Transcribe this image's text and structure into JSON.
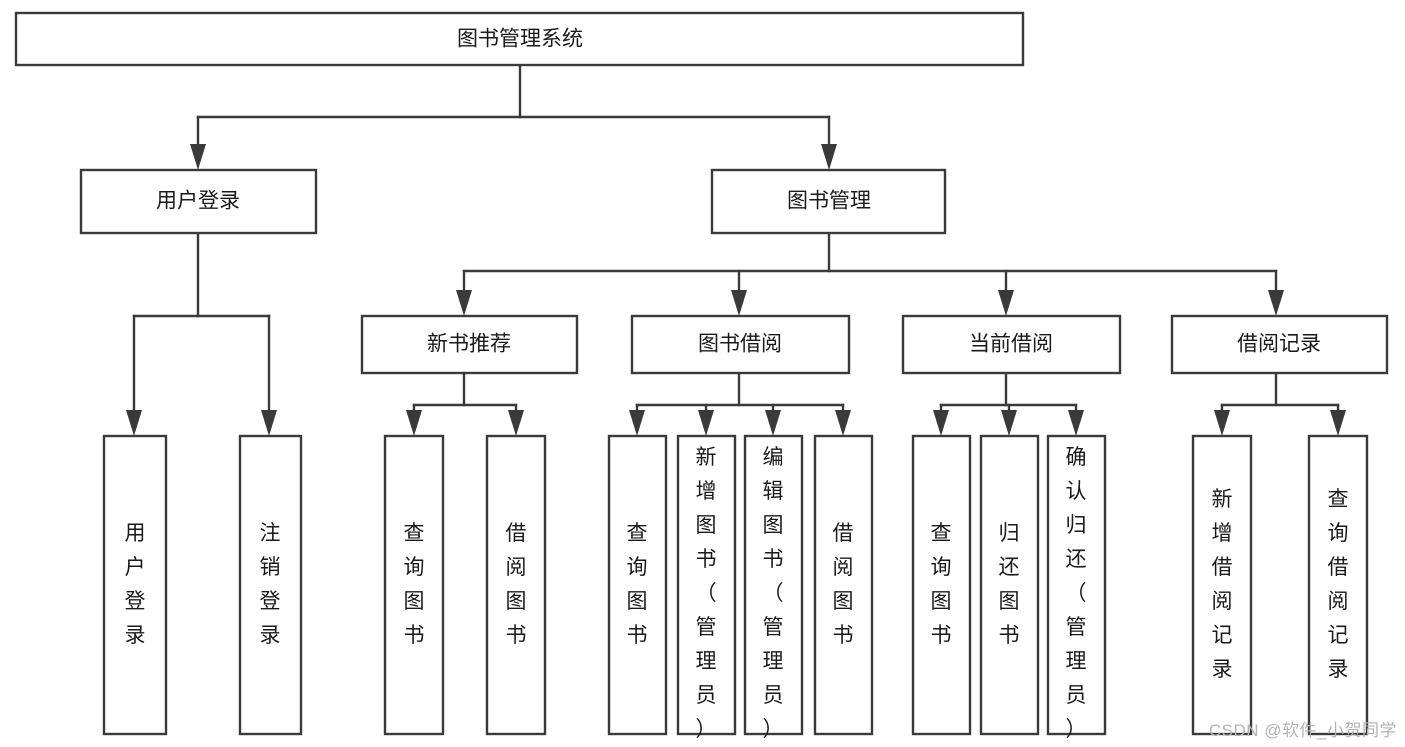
{
  "diagram": {
    "type": "tree-hierarchy",
    "title": "图书管理系统",
    "orientation": "top-down",
    "levels": 4,
    "colors": {
      "box_stroke": "#3a3a3a",
      "box_fill": "#ffffff",
      "connector": "#3a3a3a",
      "text": "#1a1a1a",
      "watermark": "#b4b4b4",
      "background": "#ffffff"
    },
    "root": {
      "id": "root",
      "label": "图书管理系统",
      "orientation": "horizontal"
    },
    "level2": [
      {
        "id": "user-login",
        "label": "用户登录",
        "orientation": "horizontal"
      },
      {
        "id": "book-manage",
        "label": "图书管理",
        "orientation": "horizontal"
      }
    ],
    "level3": [
      {
        "id": "new-book-recommend",
        "label": "新书推荐",
        "parent": "book-manage",
        "orientation": "horizontal"
      },
      {
        "id": "book-borrow",
        "label": "图书借阅",
        "parent": "book-manage",
        "orientation": "horizontal"
      },
      {
        "id": "current-borrow",
        "label": "当前借阅",
        "parent": "book-manage",
        "orientation": "horizontal"
      },
      {
        "id": "borrow-record",
        "label": "借阅记录",
        "parent": "book-manage",
        "orientation": "horizontal"
      }
    ],
    "leaves": [
      {
        "id": "leaf-user-login",
        "label": "用户登录",
        "parent": "user-login",
        "orientation": "vertical"
      },
      {
        "id": "leaf-logout-login",
        "label": "注销登录",
        "parent": "user-login",
        "orientation": "vertical"
      },
      {
        "id": "leaf-query-book-1",
        "label": "查询图书",
        "parent": "new-book-recommend",
        "orientation": "vertical"
      },
      {
        "id": "leaf-borrow-book-1",
        "label": "借阅图书",
        "parent": "new-book-recommend",
        "orientation": "vertical"
      },
      {
        "id": "leaf-query-book-2",
        "label": "查询图书",
        "parent": "book-borrow",
        "orientation": "vertical"
      },
      {
        "id": "leaf-add-book",
        "label": "新增图书（管理员）",
        "parent": "book-borrow",
        "orientation": "vertical"
      },
      {
        "id": "leaf-edit-book",
        "label": "编辑图书（管理员）",
        "parent": "book-borrow",
        "orientation": "vertical"
      },
      {
        "id": "leaf-borrow-book-2",
        "label": "借阅图书",
        "parent": "book-borrow",
        "orientation": "vertical"
      },
      {
        "id": "leaf-query-book-3",
        "label": "查询图书",
        "parent": "current-borrow",
        "orientation": "vertical"
      },
      {
        "id": "leaf-return-book",
        "label": "归还图书",
        "parent": "current-borrow",
        "orientation": "vertical"
      },
      {
        "id": "leaf-confirm-return",
        "label": "确认归还（管理员）",
        "parent": "current-borrow",
        "orientation": "vertical"
      },
      {
        "id": "leaf-add-record",
        "label": "新增借阅记录",
        "parent": "borrow-record",
        "orientation": "vertical"
      },
      {
        "id": "leaf-query-record",
        "label": "查询借阅记录",
        "parent": "borrow-record",
        "orientation": "vertical"
      }
    ]
  },
  "watermark": {
    "text": "CSDN @软件_小贺同学"
  }
}
